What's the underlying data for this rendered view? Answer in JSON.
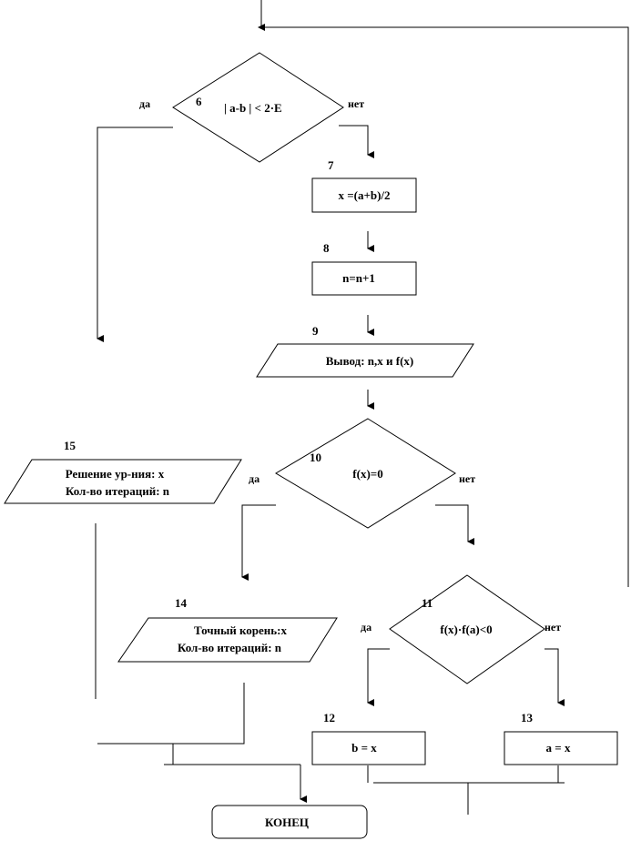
{
  "blocks": {
    "b6": {
      "number": "6",
      "text": "| a-b | < 2·E",
      "yes": "да",
      "no": "нет"
    },
    "b7": {
      "number": "7",
      "text": "x =(a+b)/2"
    },
    "b8": {
      "number": "8",
      "text": "n=n+1"
    },
    "b9": {
      "number": "9",
      "text": "Вывод: n,x и f(x)"
    },
    "b10": {
      "number": "10",
      "text": "f(x)=0",
      "yes": "да",
      "no": "нет"
    },
    "b11": {
      "number": "11",
      "text": "f(x)·f(a)<0",
      "yes": "да",
      "no": "нет"
    },
    "b12": {
      "number": "12",
      "text": "b = x"
    },
    "b13": {
      "number": "13",
      "text": "a = x"
    },
    "b14": {
      "number": "14",
      "line1": "Точный корень:x",
      "line2": "Кол-во итераций: n"
    },
    "b15": {
      "number": "15",
      "line1": "Решение ур-ния: x",
      "line2": "Кол-во итераций: n"
    },
    "end": {
      "text": "КОНЕЦ"
    }
  }
}
